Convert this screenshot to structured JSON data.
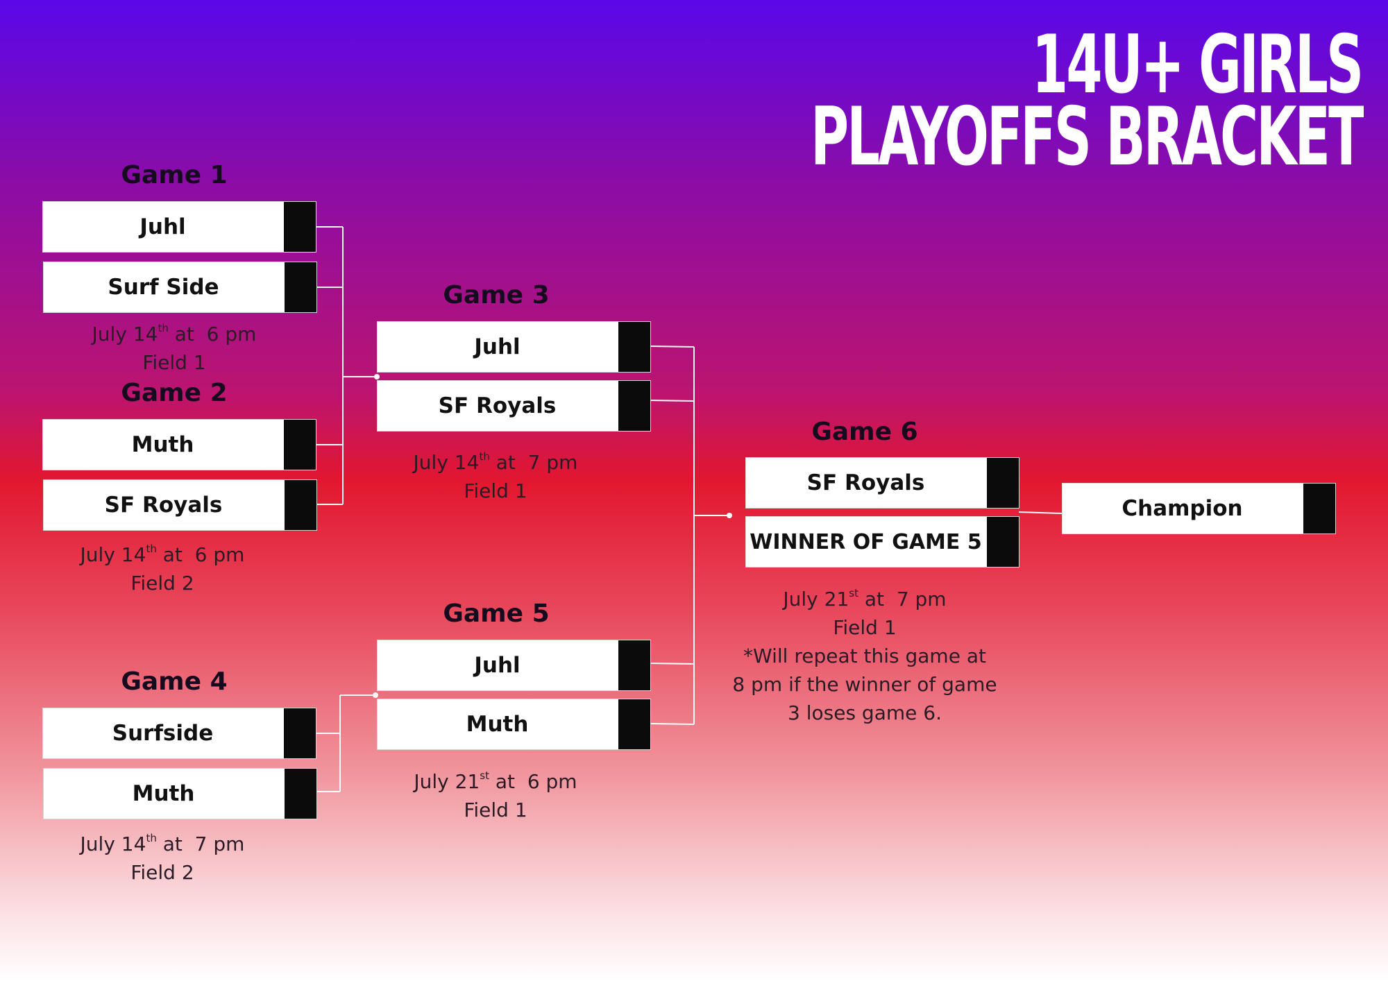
{
  "title": {
    "line1": "14U+ GIRLS",
    "line2": "PLAYOFFS BRACKET"
  },
  "colors": {
    "gradient_top": "#5a08ea",
    "gradient_mid": "#e2172f",
    "gradient_bottom": "#ffffff",
    "score_box": "#0b0b0b",
    "slot_fill": "#ffffff",
    "connector": "#ffffff"
  },
  "games": {
    "g1": {
      "title": "Game 1",
      "team1": "Juhl",
      "team2": "Surf Side",
      "date": {
        "pre": "July 14",
        "sup": "th",
        "post": " at  6 pm"
      },
      "field": "Field 1"
    },
    "g2": {
      "title": "Game 2",
      "team1": "Muth",
      "team2": "SF Royals",
      "date": {
        "pre": "July 14",
        "sup": "th",
        "post": " at  6 pm"
      },
      "field": "Field 2"
    },
    "g3": {
      "title": "Game 3",
      "team1": "Juhl",
      "team2": "SF Royals",
      "date": {
        "pre": "July 14",
        "sup": "th",
        "post": " at  7 pm"
      },
      "field": "Field 1"
    },
    "g4": {
      "title": "Game 4",
      "team1": "Surfside",
      "team2": "Muth",
      "date": {
        "pre": "July 14",
        "sup": "th",
        "post": " at  7 pm"
      },
      "field": "Field 2"
    },
    "g5": {
      "title": "Game 5",
      "team1": "Juhl",
      "team2": "Muth",
      "date": {
        "pre": "July 21",
        "sup": "st",
        "post": " at  6 pm"
      },
      "field": "Field 1"
    },
    "g6": {
      "title": "Game 6",
      "team1": "SF Royals",
      "team2": "WINNER OF GAME 5",
      "date": {
        "pre": "July 21",
        "sup": "st",
        "post": " at  7 pm"
      },
      "field": "Field 1",
      "note_lines": [
        "*Will repeat this game at",
        "8 pm if the winner of game",
        "3 loses game 6."
      ]
    }
  },
  "champion": {
    "label": "Champion"
  }
}
